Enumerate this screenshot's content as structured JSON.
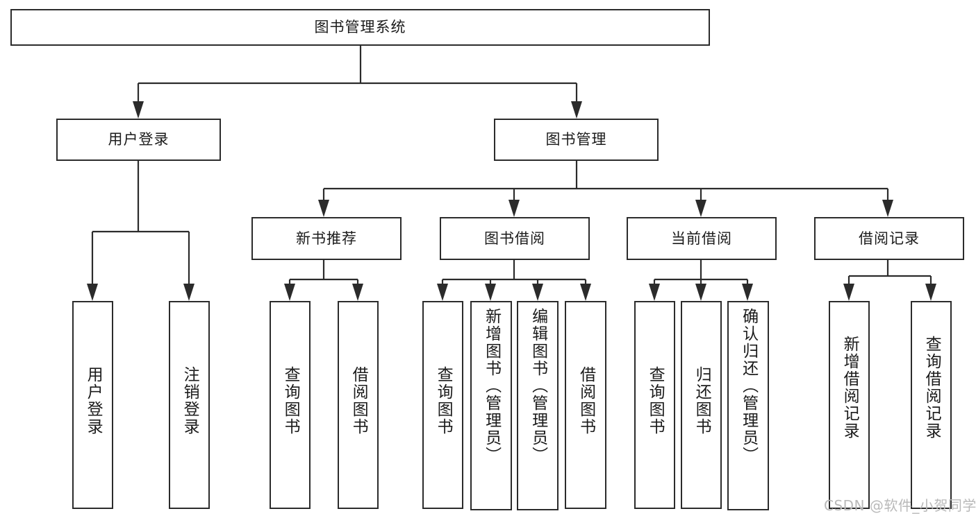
{
  "diagram": {
    "type": "tree",
    "title": "图书管理系统",
    "root": {
      "label": "图书管理系统"
    },
    "level2": [
      {
        "label": "用户登录"
      },
      {
        "label": "图书管理"
      }
    ],
    "level3": [
      {
        "label": "新书推荐"
      },
      {
        "label": "图书借阅"
      },
      {
        "label": "当前借阅"
      },
      {
        "label": "借阅记录"
      }
    ],
    "leaves": {
      "user_login": [
        {
          "label": "用户登录"
        },
        {
          "label": "注销登录"
        }
      ],
      "new_book": [
        {
          "label": "查询图书"
        },
        {
          "label": "借阅图书"
        }
      ],
      "book_borrow": [
        {
          "label": "查询图书"
        },
        {
          "label": "新增图书（管理员）"
        },
        {
          "label": "编辑图书（管理员）"
        },
        {
          "label": "借阅图书"
        }
      ],
      "current_borrow": [
        {
          "label": "查询图书"
        },
        {
          "label": "归还图书"
        },
        {
          "label": "确认归还（管理员）"
        }
      ],
      "borrow_record": [
        {
          "label": "新增借阅记录"
        },
        {
          "label": "查询借阅记录"
        }
      ]
    }
  },
  "watermark": {
    "text": "CSDN @软件_小贺同学"
  },
  "colors": {
    "line": "#2b2b2b",
    "box_border": "#2b2b2b",
    "background": "#ffffff",
    "text": "#1b1b1b",
    "watermark": "#b9b9b9"
  }
}
